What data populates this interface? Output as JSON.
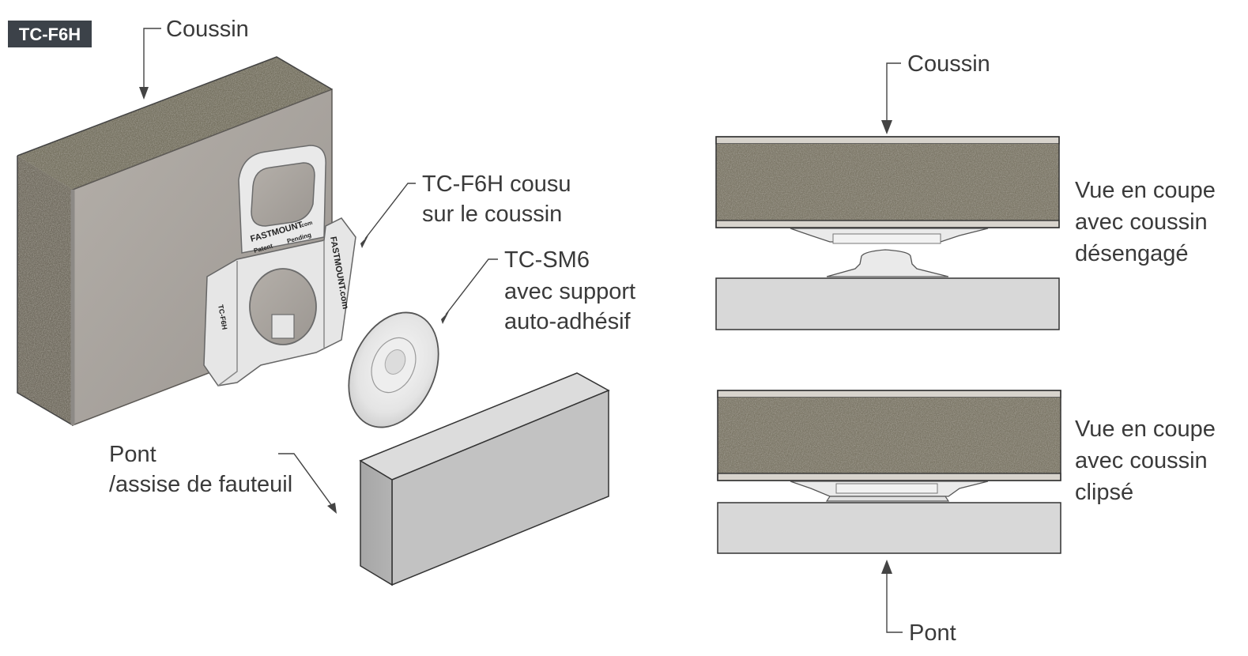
{
  "badge": "TC-F6H",
  "exploded_view": {
    "cushion_label": "Coussin",
    "clip_label": [
      "TC-F6H cousu",
      "sur le coussin"
    ],
    "stud_label": [
      "TC-SM6",
      "avec support",
      "auto-adhésif"
    ],
    "base_label": [
      "Pont",
      "/assise de fauteuil"
    ],
    "clip_markings": {
      "brand": "FASTMOUNT",
      "brand_suffix": ".com",
      "patent": "Patent",
      "pending": "Pending",
      "side_brand": "FASTMOUNT.com",
      "model": "TC-F6H"
    }
  },
  "section_views": {
    "top_cushion_label": "Coussin",
    "bottom_base_label": "Pont",
    "disengaged_caption": [
      "Vue en coupe",
      "avec coussin",
      "désengagé"
    ],
    "clipped_caption": [
      "Vue en coupe",
      "avec coussin",
      "clipsé"
    ]
  },
  "colors": {
    "badge_bg": "#3c4249",
    "foam": "#6f6a5e",
    "panel": "#a8a39d",
    "base_block": "#cfcfcf",
    "text": "#3a3a3a"
  }
}
